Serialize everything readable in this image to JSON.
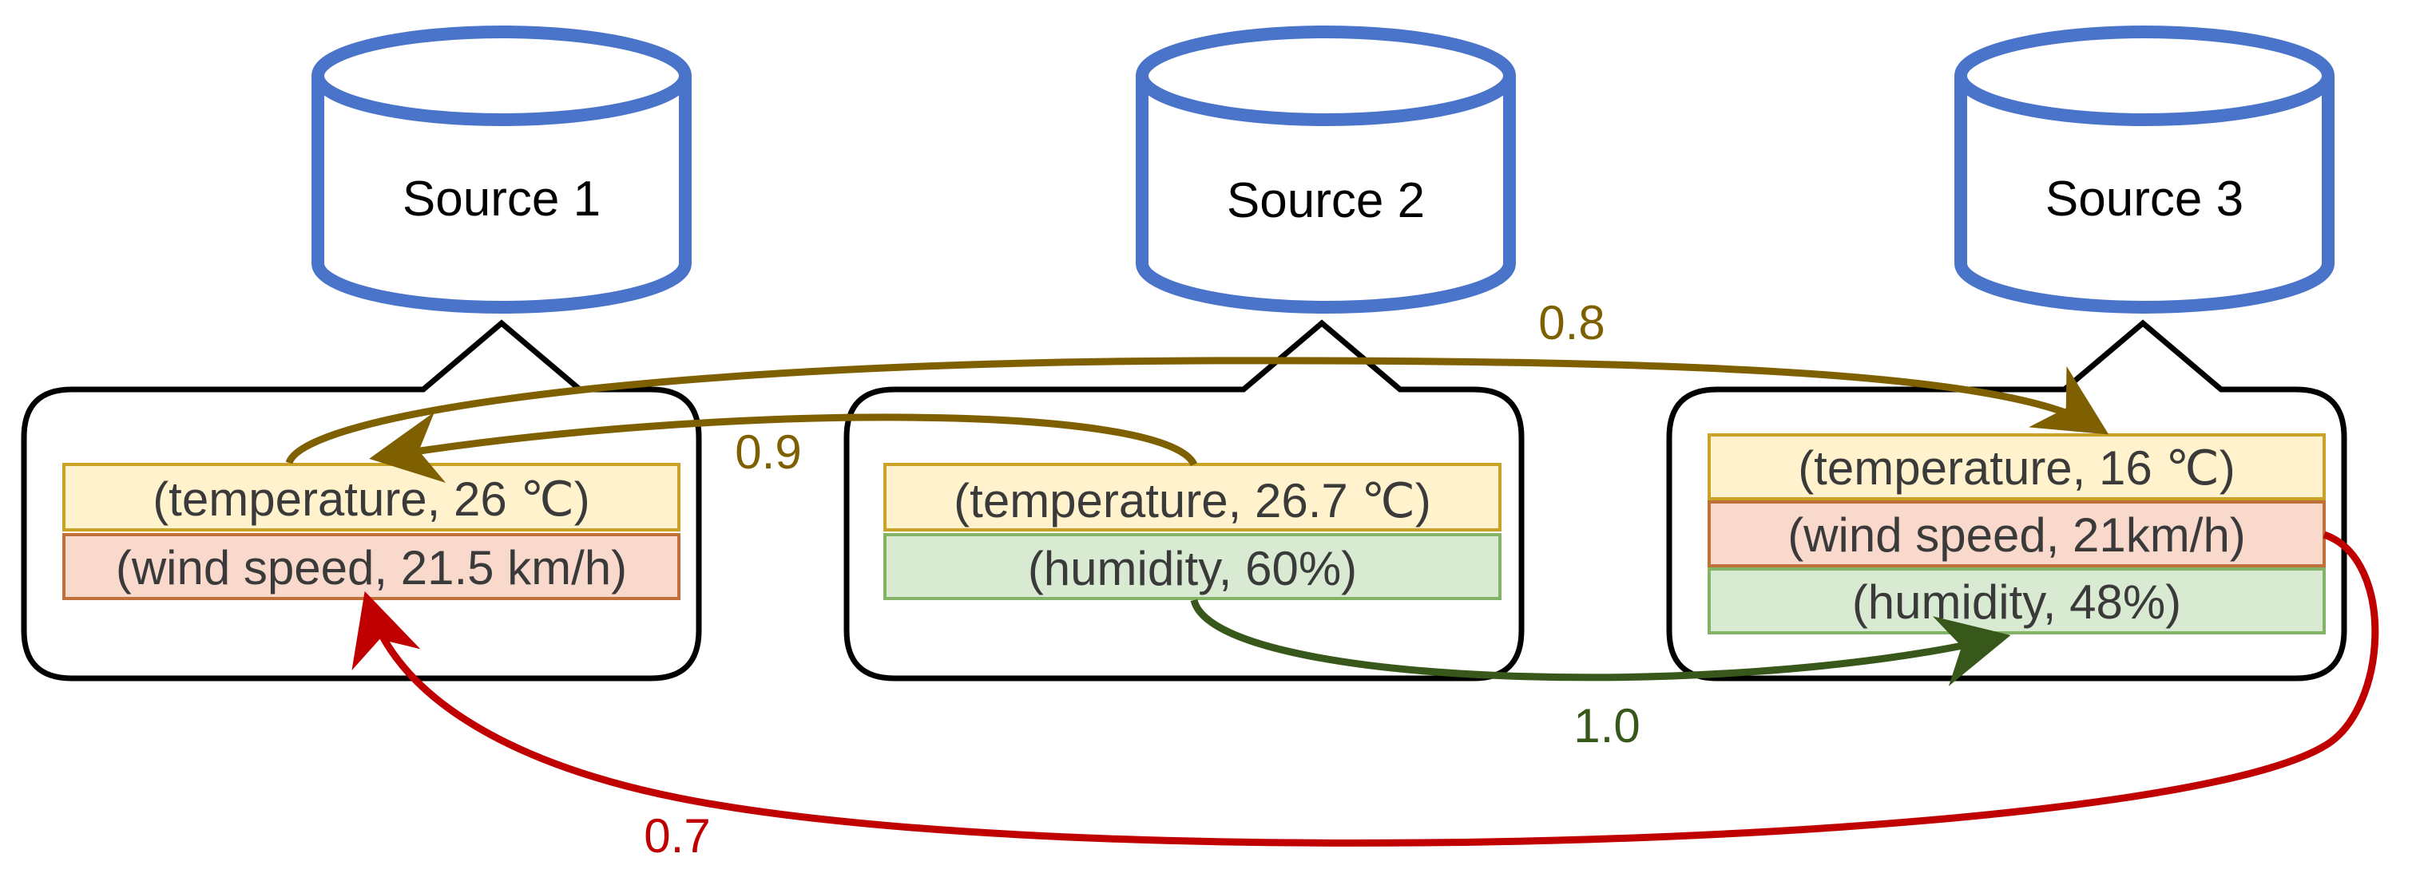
{
  "colors": {
    "database_stroke": "#4a74c9",
    "callout_stroke": "#000000",
    "temperature_fill": "#fff2cc",
    "temperature_stroke": "#c9a227",
    "wind_fill": "#f9d9cc",
    "wind_stroke": "#c0703a",
    "humidity_fill": "#d9ead3",
    "humidity_stroke": "#82b366",
    "link_temperature": "#7f6000",
    "link_humidity": "#38571a",
    "link_wind": "#c00000"
  },
  "sources": [
    {
      "label": "Source 1",
      "attributes": [
        {
          "kind": "temperature",
          "text": "(temperature, 26 ℃)"
        },
        {
          "kind": "wind",
          "text": "(wind speed, 21.5 km/h)"
        }
      ]
    },
    {
      "label": "Source 2",
      "attributes": [
        {
          "kind": "temperature",
          "text": "(temperature, 26.7 ℃)"
        },
        {
          "kind": "humidity",
          "text": "(humidity, 60%)"
        }
      ]
    },
    {
      "label": "Source 3",
      "attributes": [
        {
          "kind": "temperature",
          "text": "(temperature, 16 ℃)"
        },
        {
          "kind": "wind",
          "text": "(wind speed, 21km/h)"
        },
        {
          "kind": "humidity",
          "text": "(humidity, 48%)"
        }
      ]
    }
  ],
  "links": [
    {
      "kind": "temperature",
      "weight": "0.8"
    },
    {
      "kind": "temperature",
      "weight": "0.9"
    },
    {
      "kind": "humidity",
      "weight": "1.0"
    },
    {
      "kind": "wind",
      "weight": "0.7"
    }
  ]
}
